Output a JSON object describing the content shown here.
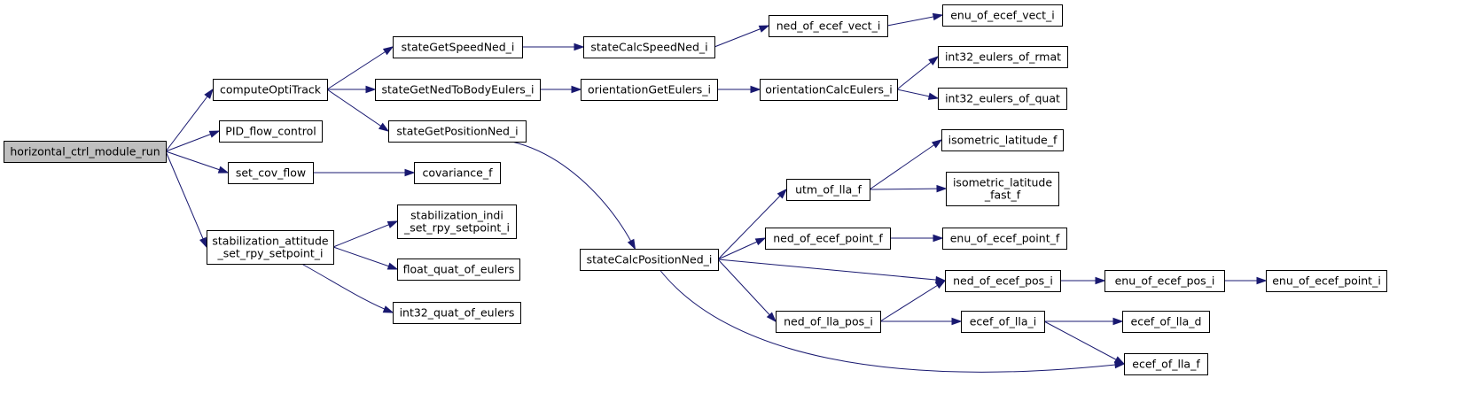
{
  "colors": {
    "edge": "#191970",
    "root_fill": "#bfbfbf",
    "node_fill": "#ffffff",
    "border": "#000000"
  },
  "nodes": [
    {
      "id": "root",
      "label": [
        "horizontal_ctrl_module_run"
      ],
      "root": true
    },
    {
      "id": "computeOptiTrack",
      "label": [
        "computeOptiTrack"
      ]
    },
    {
      "id": "PID_flow_control",
      "label": [
        "PID_flow_control"
      ]
    },
    {
      "id": "set_cov_flow",
      "label": [
        "set_cov_flow"
      ]
    },
    {
      "id": "stab_att",
      "label": [
        "stabilization_attitude",
        "_set_rpy_setpoint_i"
      ]
    },
    {
      "id": "stateGetSpeedNed_i",
      "label": [
        "stateGetSpeedNed_i"
      ]
    },
    {
      "id": "stateGetNedToBodyEulers_i",
      "label": [
        "stateGetNedToBodyEulers_i"
      ]
    },
    {
      "id": "stateGetPositionNed_i",
      "label": [
        "stateGetPositionNed_i"
      ]
    },
    {
      "id": "covariance_f",
      "label": [
        "covariance_f"
      ]
    },
    {
      "id": "stab_indi",
      "label": [
        "stabilization_indi",
        "_set_rpy_setpoint_i"
      ]
    },
    {
      "id": "float_quat_of_eulers",
      "label": [
        "float_quat_of_eulers"
      ]
    },
    {
      "id": "int32_quat_of_eulers",
      "label": [
        "int32_quat_of_eulers"
      ]
    },
    {
      "id": "stateCalcSpeedNed_i",
      "label": [
        "stateCalcSpeedNed_i"
      ]
    },
    {
      "id": "orientationGetEulers_i",
      "label": [
        "orientationGetEulers_i"
      ]
    },
    {
      "id": "stateCalcPositionNed_i",
      "label": [
        "stateCalcPositionNed_i"
      ]
    },
    {
      "id": "ned_of_ecef_vect_i",
      "label": [
        "ned_of_ecef_vect_i"
      ]
    },
    {
      "id": "orientationCalcEulers_i",
      "label": [
        "orientationCalcEulers_i"
      ]
    },
    {
      "id": "utm_of_lla_f",
      "label": [
        "utm_of_lla_f"
      ]
    },
    {
      "id": "ned_of_ecef_point_f",
      "label": [
        "ned_of_ecef_point_f"
      ]
    },
    {
      "id": "ned_of_lla_pos_i",
      "label": [
        "ned_of_lla_pos_i"
      ]
    },
    {
      "id": "enu_of_ecef_vect_i",
      "label": [
        "enu_of_ecef_vect_i"
      ]
    },
    {
      "id": "int32_eulers_of_rmat",
      "label": [
        "int32_eulers_of_rmat"
      ]
    },
    {
      "id": "int32_eulers_of_quat",
      "label": [
        "int32_eulers_of_quat"
      ]
    },
    {
      "id": "isometric_latitude_f",
      "label": [
        "isometric_latitude_f"
      ]
    },
    {
      "id": "isometric_latitude_fast_f",
      "label": [
        "isometric_latitude",
        "_fast_f"
      ]
    },
    {
      "id": "enu_of_ecef_point_f",
      "label": [
        "enu_of_ecef_point_f"
      ]
    },
    {
      "id": "ned_of_ecef_pos_i",
      "label": [
        "ned_of_ecef_pos_i"
      ]
    },
    {
      "id": "ecef_of_lla_i",
      "label": [
        "ecef_of_lla_i"
      ]
    },
    {
      "id": "ecef_of_lla_f",
      "label": [
        "ecef_of_lla_f"
      ]
    },
    {
      "id": "enu_of_ecef_pos_i",
      "label": [
        "enu_of_ecef_pos_i"
      ]
    },
    {
      "id": "ecef_of_lla_d",
      "label": [
        "ecef_of_lla_d"
      ]
    },
    {
      "id": "enu_of_ecef_point_i",
      "label": [
        "enu_of_ecef_point_i"
      ]
    }
  ],
  "edges": [
    [
      "root",
      "computeOptiTrack"
    ],
    [
      "root",
      "PID_flow_control"
    ],
    [
      "root",
      "set_cov_flow"
    ],
    [
      "root",
      "stab_att"
    ],
    [
      "computeOptiTrack",
      "stateGetSpeedNed_i"
    ],
    [
      "computeOptiTrack",
      "stateGetNedToBodyEulers_i"
    ],
    [
      "computeOptiTrack",
      "stateGetPositionNed_i"
    ],
    [
      "set_cov_flow",
      "covariance_f"
    ],
    [
      "stab_att",
      "stab_indi"
    ],
    [
      "stab_att",
      "float_quat_of_eulers"
    ],
    [
      "stab_att",
      "int32_quat_of_eulers"
    ],
    [
      "stateGetSpeedNed_i",
      "stateCalcSpeedNed_i"
    ],
    [
      "stateCalcSpeedNed_i",
      "ned_of_ecef_vect_i"
    ],
    [
      "ned_of_ecef_vect_i",
      "enu_of_ecef_vect_i"
    ],
    [
      "stateGetNedToBodyEulers_i",
      "orientationGetEulers_i"
    ],
    [
      "orientationGetEulers_i",
      "orientationCalcEulers_i"
    ],
    [
      "orientationCalcEulers_i",
      "int32_eulers_of_rmat"
    ],
    [
      "orientationCalcEulers_i",
      "int32_eulers_of_quat"
    ],
    [
      "stateGetPositionNed_i",
      "stateCalcPositionNed_i"
    ],
    [
      "stateCalcPositionNed_i",
      "utm_of_lla_f"
    ],
    [
      "stateCalcPositionNed_i",
      "ned_of_ecef_point_f"
    ],
    [
      "stateCalcPositionNed_i",
      "ned_of_ecef_pos_i"
    ],
    [
      "stateCalcPositionNed_i",
      "ned_of_lla_pos_i"
    ],
    [
      "stateCalcPositionNed_i",
      "ecef_of_lla_f"
    ],
    [
      "utm_of_lla_f",
      "isometric_latitude_f"
    ],
    [
      "utm_of_lla_f",
      "isometric_latitude_fast_f"
    ],
    [
      "ned_of_ecef_point_f",
      "enu_of_ecef_point_f"
    ],
    [
      "ned_of_lla_pos_i",
      "ned_of_ecef_pos_i"
    ],
    [
      "ned_of_lla_pos_i",
      "ecef_of_lla_i"
    ],
    [
      "ned_of_ecef_pos_i",
      "enu_of_ecef_pos_i"
    ],
    [
      "enu_of_ecef_pos_i",
      "enu_of_ecef_point_i"
    ],
    [
      "ecef_of_lla_i",
      "ecef_of_lla_d"
    ],
    [
      "ecef_of_lla_i",
      "ecef_of_lla_f"
    ]
  ]
}
